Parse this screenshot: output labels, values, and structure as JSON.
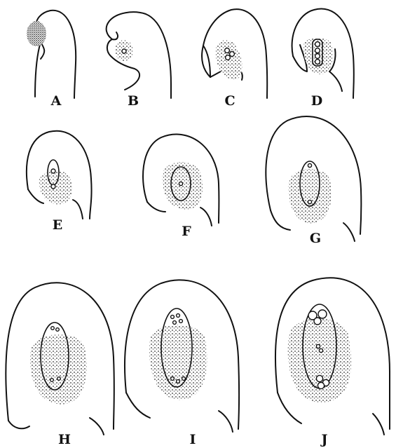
{
  "figure": {
    "panels": [
      {
        "label": "A"
      },
      {
        "label": "B"
      },
      {
        "label": "C"
      },
      {
        "label": "D"
      },
      {
        "label": "E"
      },
      {
        "label": "F"
      },
      {
        "label": "G"
      },
      {
        "label": "H"
      },
      {
        "label": "I"
      },
      {
        "label": "J"
      }
    ],
    "colors": {
      "ink": "#111111",
      "background": "#ffffff",
      "stipple": "#444444"
    }
  }
}
